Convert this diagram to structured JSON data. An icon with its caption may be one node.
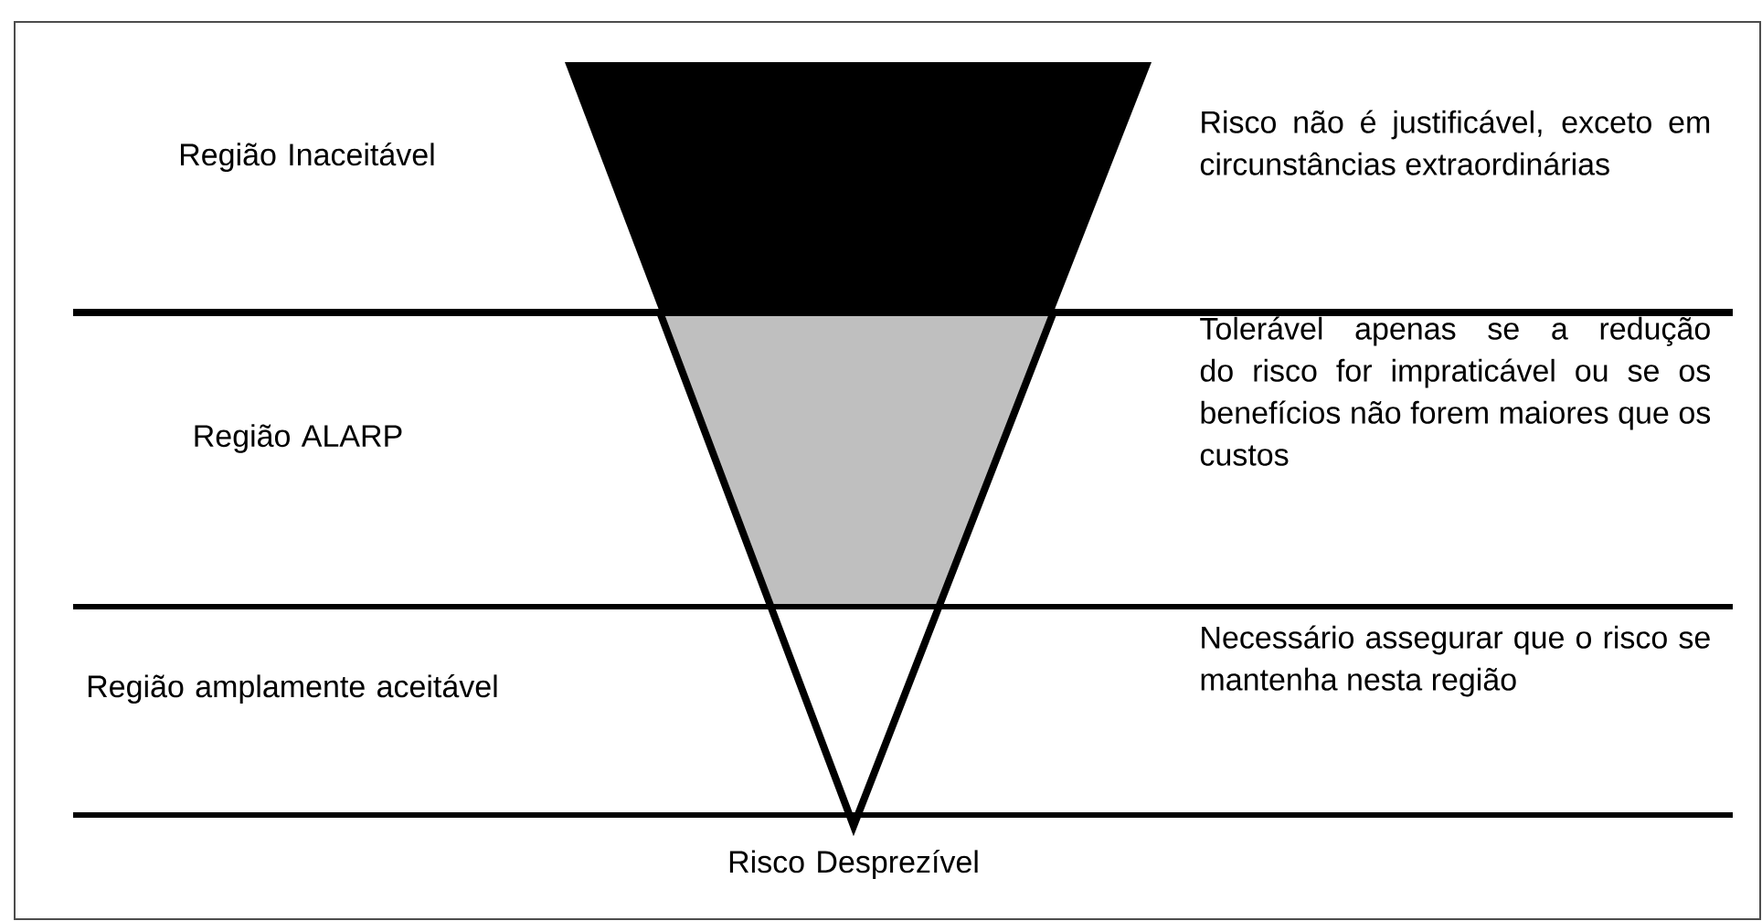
{
  "diagram": {
    "labels": [
      "Região Inaceitável",
      "Risco não é justificável, exceto em circunstâncias extraordinárias",
      "Região ALARP",
      "Tolerável apenas se a redução do risco for impraticável ou se os benefícios não forem maiores que os custos",
      "Região amplamente aceitável",
      "Necessário assegurar que o risco se mantenha nesta região",
      "Risco Desprezível"
    ]
  }
}
